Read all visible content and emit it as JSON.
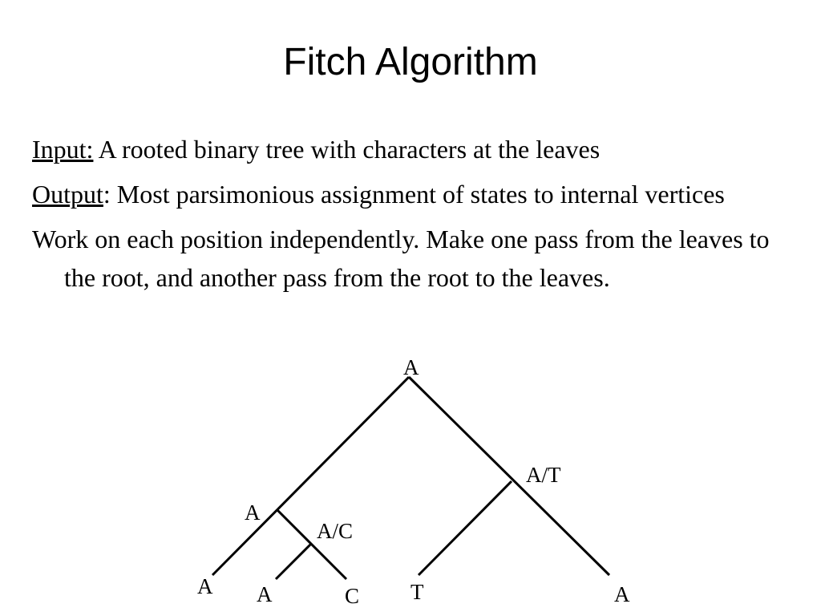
{
  "title": "Fitch Algorithm",
  "paragraphs": [
    {
      "lead": "Input:",
      "text": " A rooted binary tree with characters at the leaves"
    },
    {
      "lead": "Output",
      "text": ": Most parsimonious assignment of states to internal vertices"
    },
    {
      "lead": "",
      "text": "Work on each position independently. Make one pass from the leaves to the root, and another pass from the root to the leaves."
    }
  ],
  "tree": {
    "nodes": {
      "root": "A",
      "left_internal": "A",
      "right_internal": "A/T",
      "inner_internal": "A/C",
      "leaf_1": "A",
      "leaf_2": "A",
      "leaf_3": "C",
      "leaf_4": "T",
      "leaf_5": "A"
    }
  }
}
